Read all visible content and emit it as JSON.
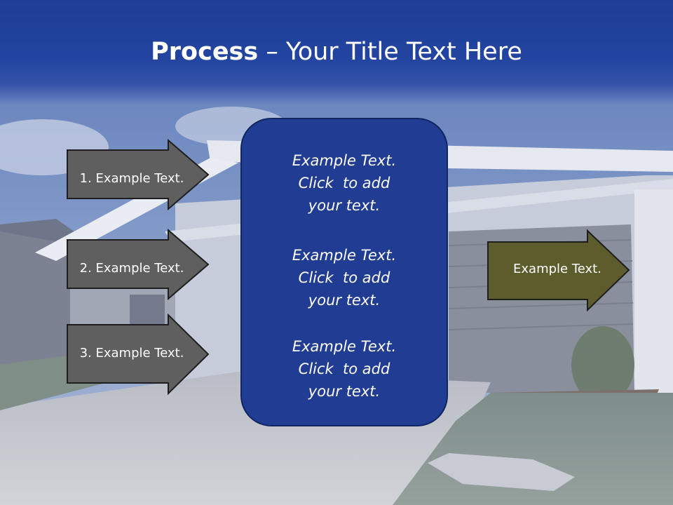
{
  "slide": {
    "title_bold": "Process",
    "title_rest": " – Your Title Text Here"
  },
  "left_arrows": [
    {
      "label": "1. Example Text."
    },
    {
      "label": "2. Example Text."
    },
    {
      "label": "3. Example Text."
    }
  ],
  "center_panel": {
    "blocks": [
      {
        "line1": "Example Text.",
        "line2": "Click  to add",
        "line3": "your text."
      },
      {
        "line1": "Example Text.",
        "line2": "Click  to add",
        "line3": "your text."
      },
      {
        "line1": "Example Text.",
        "line2": "Click  to add",
        "line3": "your text."
      }
    ]
  },
  "right_arrow": {
    "label": "Example Text."
  },
  "colors": {
    "title_band": "#2244a0",
    "panel_fill": "#213c93",
    "left_arrow_fill": "#5f5f5f",
    "right_arrow_fill": "#5c5c2c"
  }
}
